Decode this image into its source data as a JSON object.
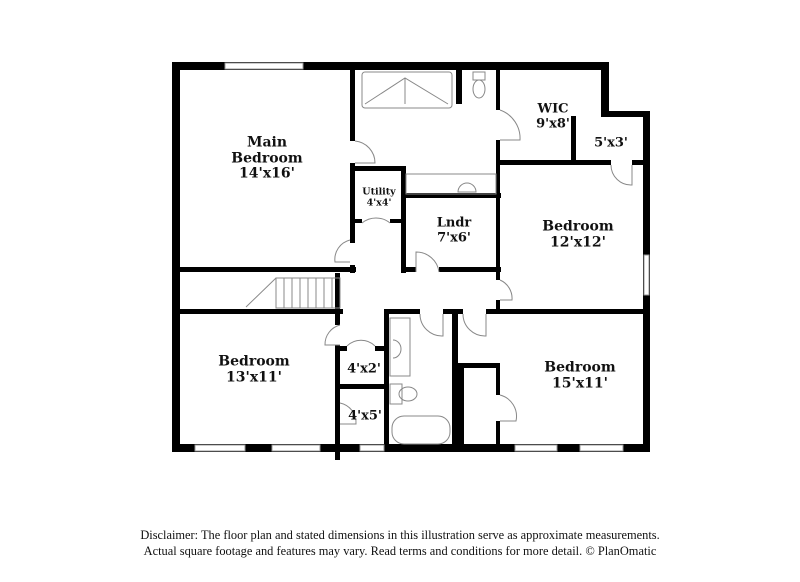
{
  "floor_plan": {
    "rooms": [
      {
        "id": "main-bedroom",
        "name_lines": [
          "Main",
          "Bedroom"
        ],
        "dimensions": "14'x16'"
      },
      {
        "id": "wic",
        "name_lines": [
          "WIC"
        ],
        "dimensions": "9'x8'"
      },
      {
        "id": "closet-5x3",
        "name_lines": [],
        "dimensions": "5'x3'"
      },
      {
        "id": "utility",
        "name_lines": [
          "Utility"
        ],
        "dimensions": "4'x4'"
      },
      {
        "id": "laundry",
        "name_lines": [
          "Lndr"
        ],
        "dimensions": "7'x6'"
      },
      {
        "id": "bedroom-12x12",
        "name_lines": [
          "Bedroom"
        ],
        "dimensions": "12'x12'"
      },
      {
        "id": "bedroom-13x11",
        "name_lines": [
          "Bedroom"
        ],
        "dimensions": "13'x11'"
      },
      {
        "id": "closet-4x2",
        "name_lines": [],
        "dimensions": "4'x2'"
      },
      {
        "id": "closet-4x5",
        "name_lines": [],
        "dimensions": "4'x5'"
      },
      {
        "id": "bedroom-15x11",
        "name_lines": [
          "Bedroom"
        ],
        "dimensions": "15'x11'"
      }
    ],
    "colors": {
      "wall": "#000000",
      "fixture": "#999999",
      "window": "#bbbbbb",
      "background": "#ffffff"
    }
  },
  "disclaimer": {
    "line1": "Disclaimer: The floor plan and stated dimensions in this illustration serve as approximate measurements.",
    "line2": "Actual square footage and features may vary. Read terms and conditions for more detail. © PlanOmatic"
  }
}
